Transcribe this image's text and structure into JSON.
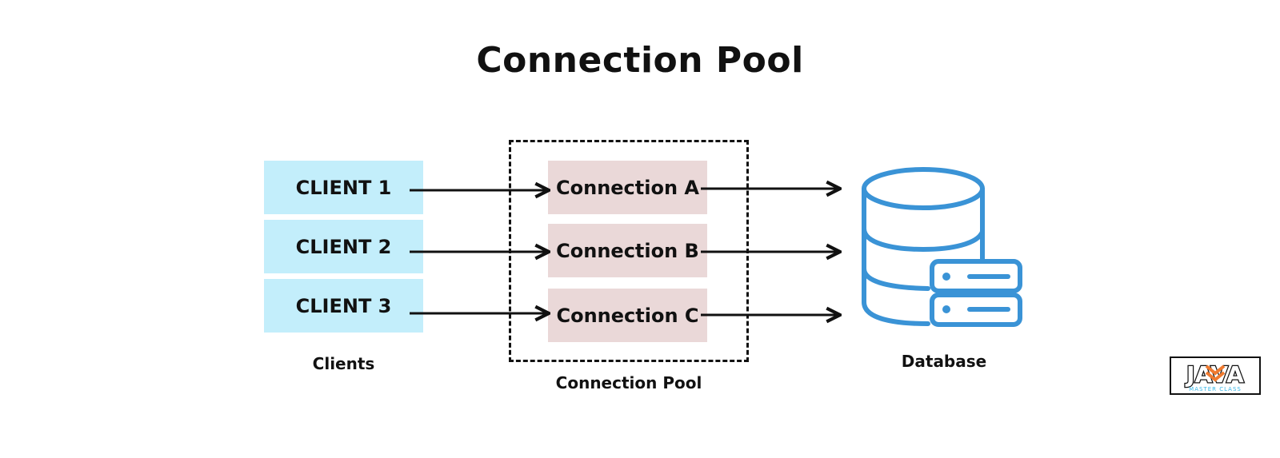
{
  "title": "Connection Pool",
  "clients": [
    {
      "label": "CLIENT 1"
    },
    {
      "label": "CLIENT 2"
    },
    {
      "label": "CLIENT 3"
    }
  ],
  "connections": [
    {
      "label": "Connection A"
    },
    {
      "label": "Connection B"
    },
    {
      "label": "Connection C"
    }
  ],
  "captions": {
    "clients": "Clients",
    "pool": "Connection Pool",
    "database": "Database"
  },
  "logo": {
    "text": "JAVA",
    "subtext": "MASTER CLASS"
  },
  "colors": {
    "client_fill": "#c3eefb",
    "connection_fill": "#ead8d8",
    "database_stroke": "#3a93d6",
    "logo_accent": "#f07a2f",
    "logo_subtext": "#35b7e8"
  },
  "icons": {
    "database": "database-server-icon",
    "arrow": "arrow-right-icon"
  }
}
